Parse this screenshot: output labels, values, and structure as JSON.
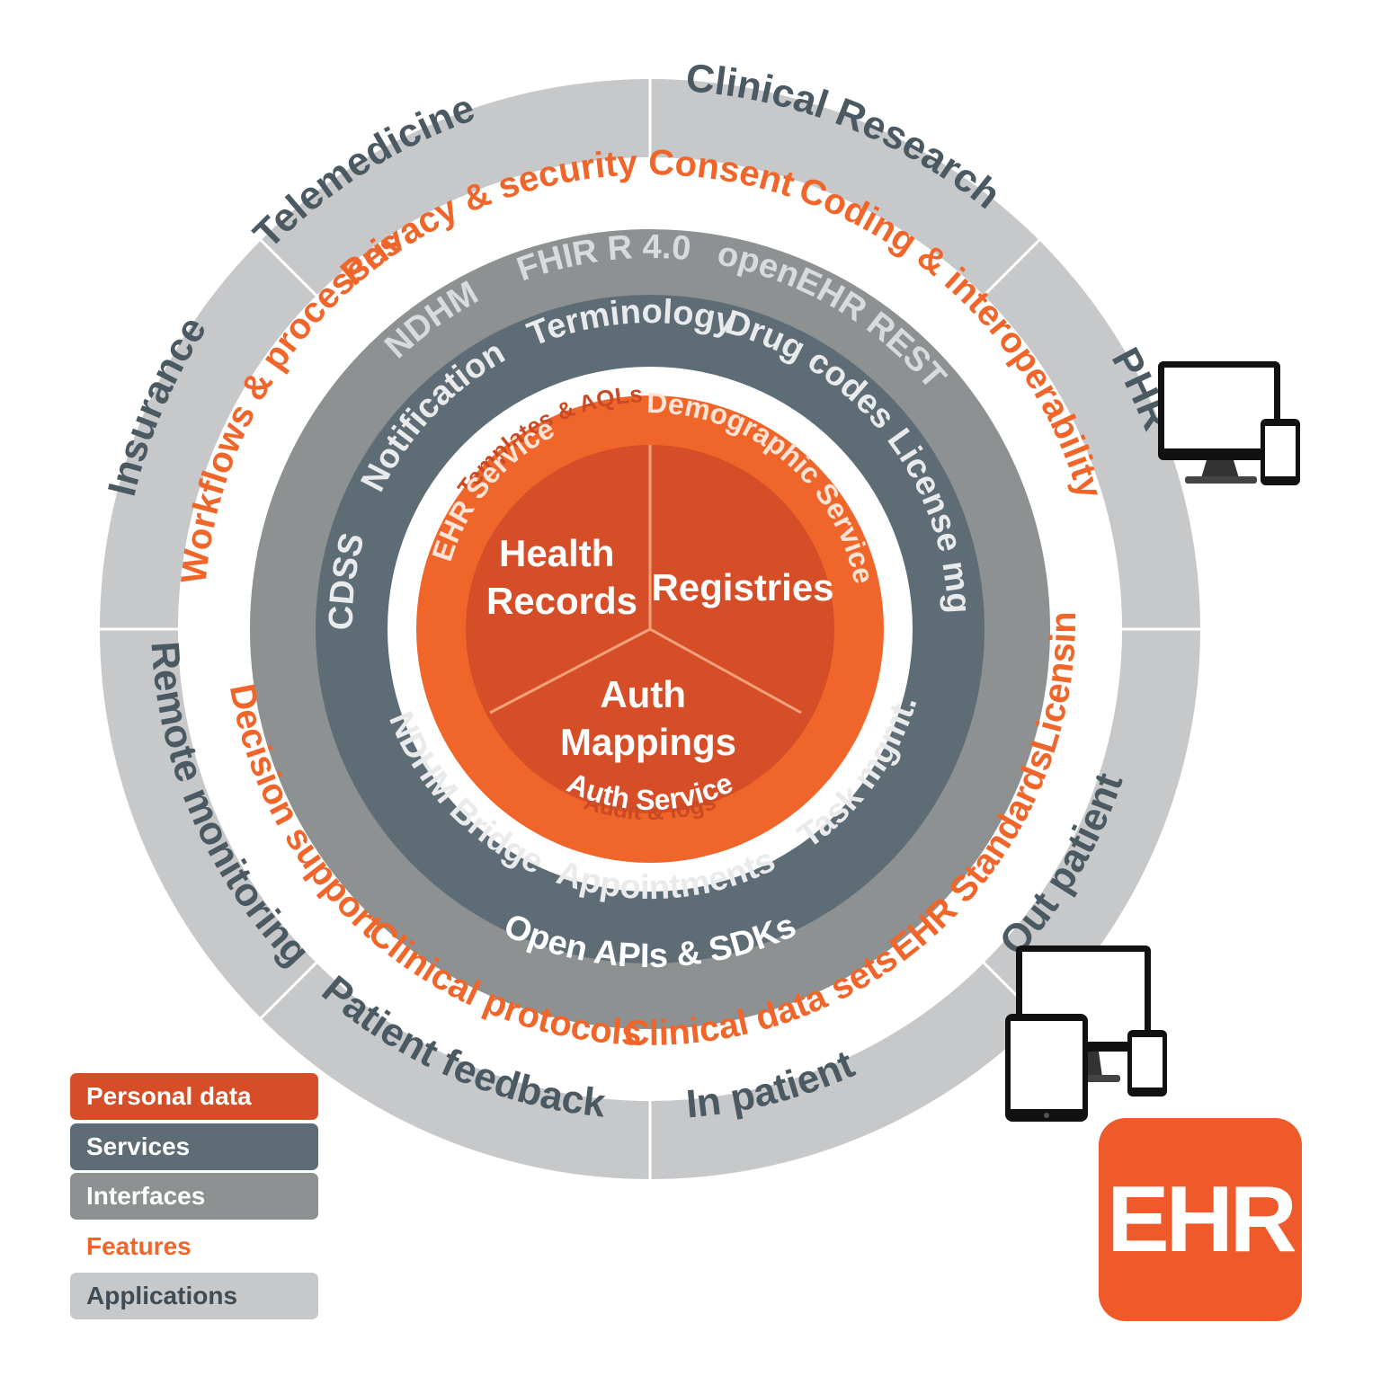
{
  "colors": {
    "applications_ring": "#c7c8ca",
    "interfaces_ring": "#8d9192",
    "services_ring": "#5e6c76",
    "personal_ring": "#f0662a",
    "personal_core": "#d54e28",
    "feature_text": "#f0662a",
    "app_text": "#4b5963",
    "interface_text": "#d9dadb",
    "service_text": "#e8eaeb",
    "audit_text": "#c94a25"
  },
  "applications": [
    "Telemedicine",
    "Clinical Research",
    "PHR",
    "Out patient",
    "In patient",
    "Patient feedback",
    "Remote monitoring",
    "Insurance"
  ],
  "features": [
    "Privacy & security",
    "Consent",
    "Coding & interoperability",
    "Licensing",
    "EHR Standards",
    "Clinical data sets",
    "Clinical protocols",
    "Decision support",
    "Workflows & processes"
  ],
  "interfaces": [
    "NDHM",
    "FHIR R 4.0",
    "openEHR REST",
    "Open APIs & SDKs"
  ],
  "services": [
    "Terminology",
    "Drug codes",
    "License mgmt.",
    "Task mgmt.",
    "Appointments",
    "NDHM Bridge",
    "CDSS",
    "Notification"
  ],
  "personal_services": {
    "ehr_service": "EHR Service",
    "demographic_service": "Demographic Service",
    "auth_service": "Auth Service",
    "templates": "Templates & AQLs",
    "audit": "Audit & logs"
  },
  "core": {
    "health_records": [
      "Health",
      "Records"
    ],
    "registries": "Registries",
    "auth_mappings": [
      "Auth",
      "Mappings"
    ]
  },
  "legend": {
    "personal_data": "Personal data",
    "services": "Services",
    "interfaces": "Interfaces",
    "features": "Features",
    "applications": "Applications"
  },
  "logo_text": "EHR",
  "icons": [
    "desktop-and-phone-icon",
    "multi-device-icon"
  ]
}
